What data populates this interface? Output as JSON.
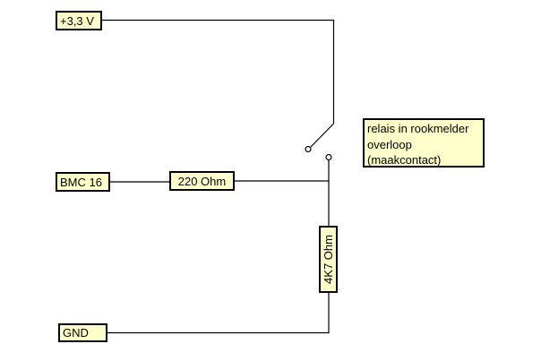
{
  "colors": {
    "background": "#ffffff",
    "node_fill": "#ffffcc",
    "node_border": "#000000",
    "wire": "#000000"
  },
  "nodes": {
    "supply": {
      "label": "+3,3 V"
    },
    "bmc": {
      "label": "BMC 16"
    },
    "r220": {
      "label": "220 Ohm"
    },
    "r4k7": {
      "label": "4K7 Ohm"
    },
    "gnd": {
      "label": "GND"
    },
    "note": {
      "lines": [
        "relais in rookmelder",
        "overloop",
        "(maakcontact)"
      ]
    }
  }
}
